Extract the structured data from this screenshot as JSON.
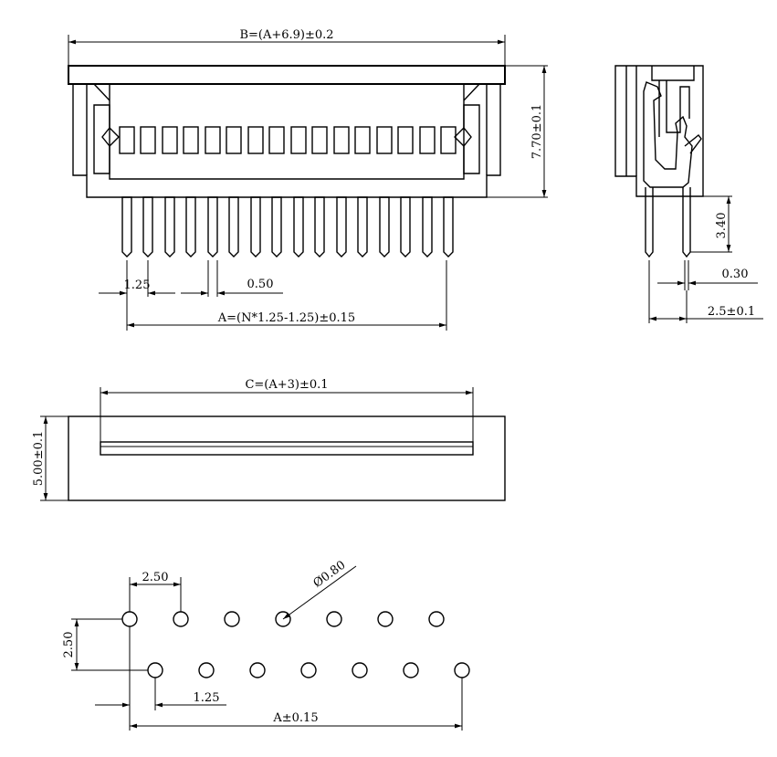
{
  "front_view": {
    "dim_b": "B=(A+6.9)±0.2",
    "dim_height": "7.70±0.1",
    "dim_pitch": "1.25",
    "dim_pin_width": "0.50",
    "dim_a": "A=(N*1.25-1.25)±0.15"
  },
  "side_view": {
    "dim_pin_length": "3.40",
    "dim_pin_thickness": "0.30",
    "dim_row_spacing": "2.5±0.1"
  },
  "top_view": {
    "dim_c": "C=(A+3)±0.1",
    "dim_depth": "5.00±0.1"
  },
  "footprint": {
    "dim_hole_pitch": "2.50",
    "dim_row_pitch": "2.50",
    "dim_hole_diameter": "Ø0.80",
    "dim_offset": "1.25",
    "dim_a": "A±0.15"
  },
  "colors": {
    "line": "#000000",
    "background": "#ffffff"
  }
}
